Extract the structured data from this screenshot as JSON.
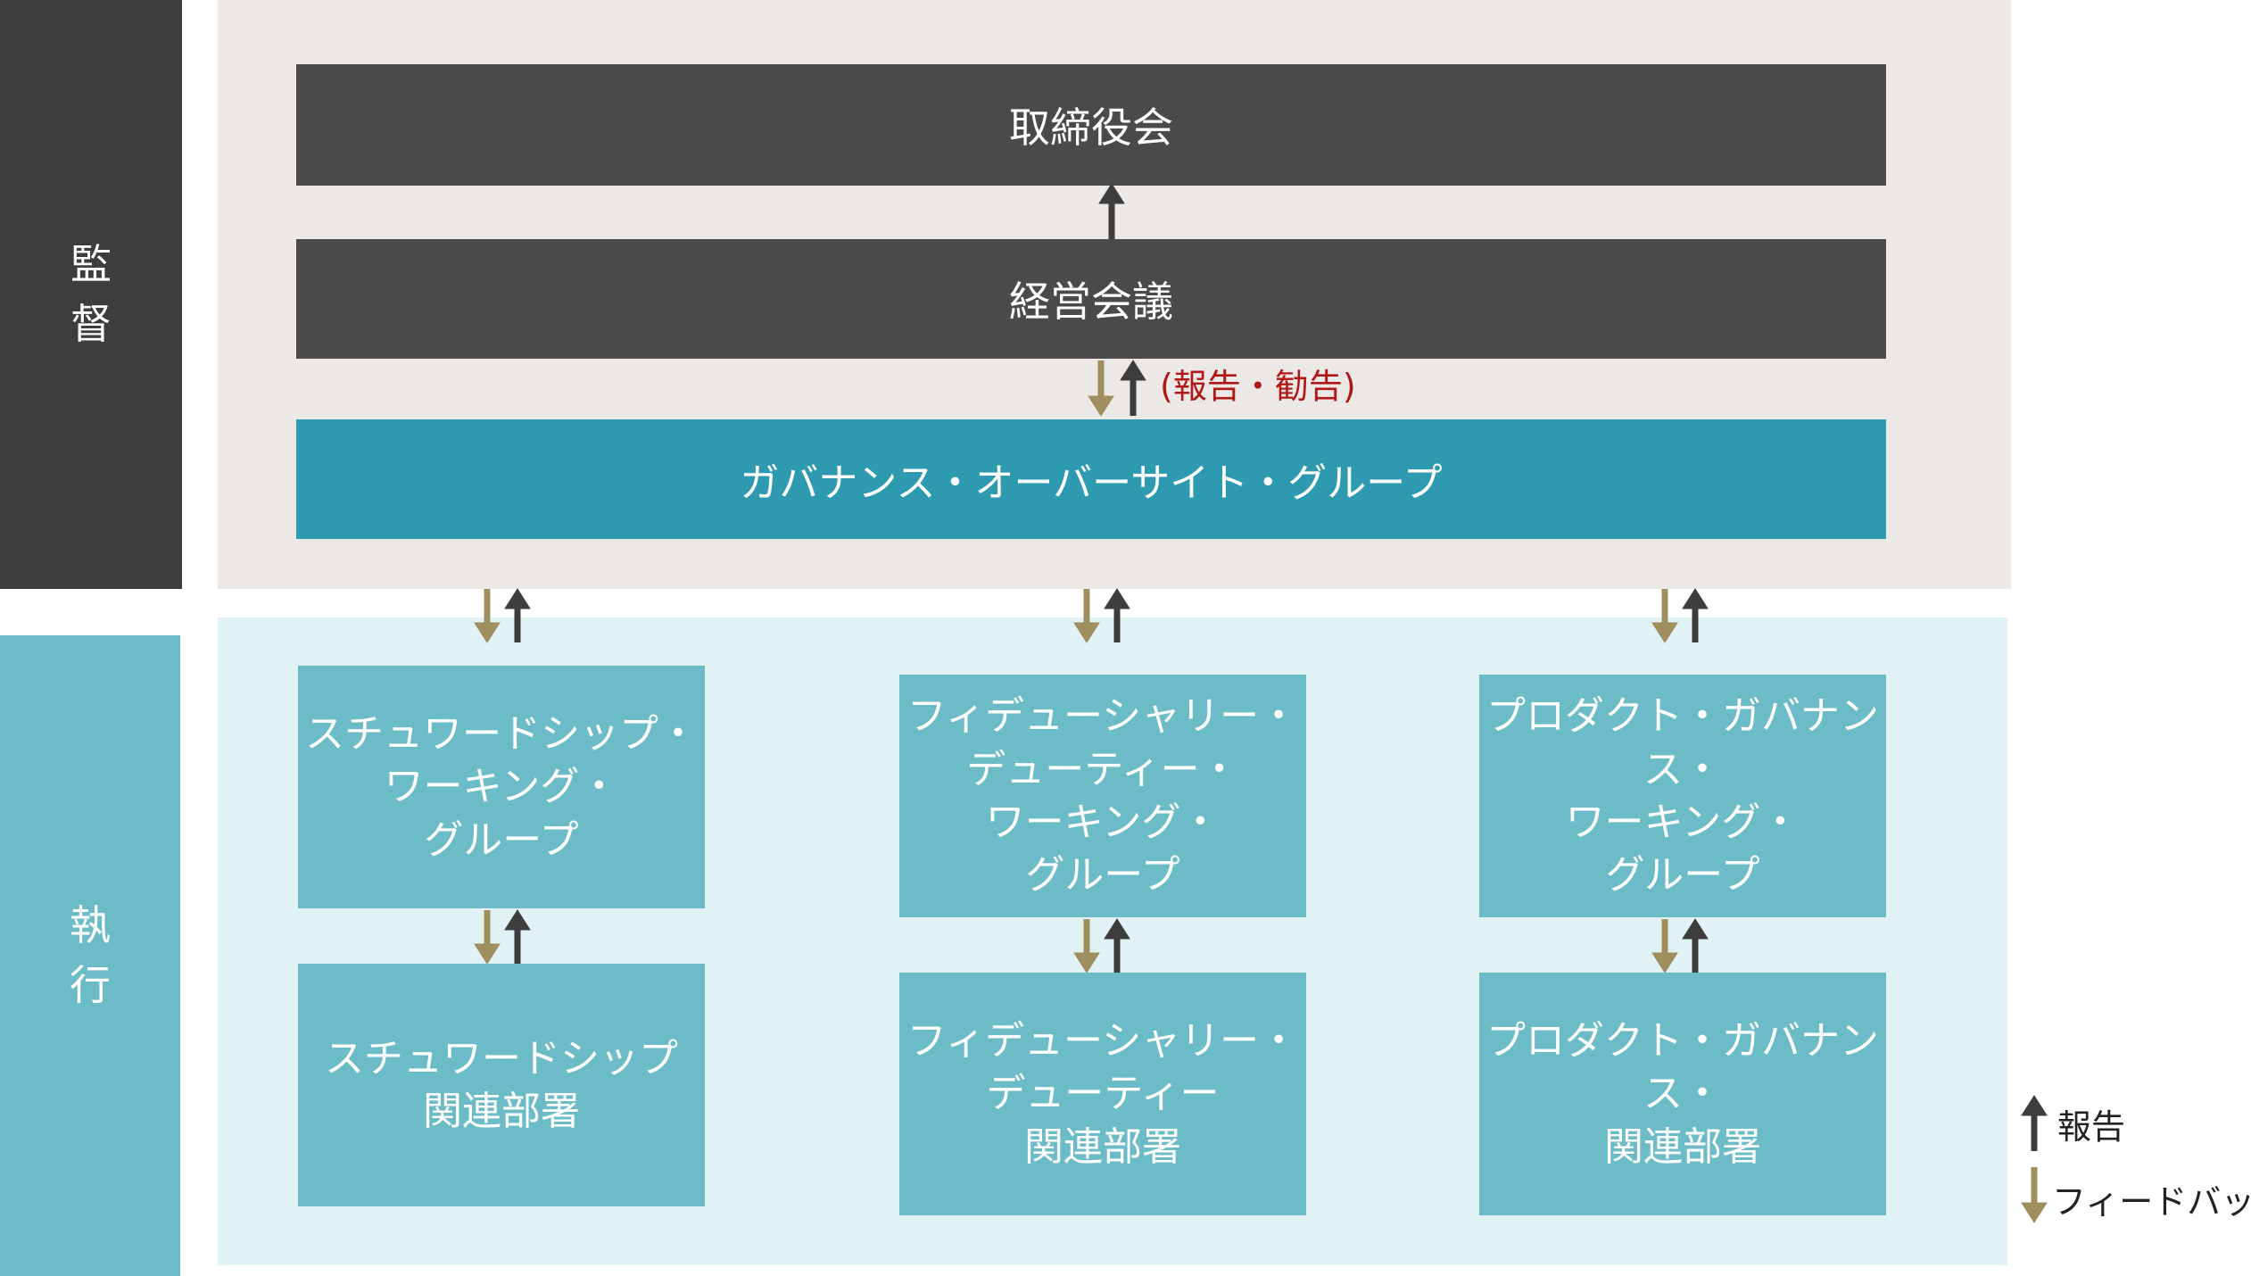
{
  "side": {
    "supervision": [
      "監",
      "督"
    ],
    "execution": [
      "執",
      "行"
    ]
  },
  "board": "取締役会",
  "management_meeting": "経営会議",
  "report_note": "(報告・勧告)",
  "oversight_group": "ガバナンス・オーバーサイト・グループ",
  "working_groups": [
    "スチュワードシップ・\nワーキング・\nグループ",
    "フィデューシャリー・\nデューティー・\nワーキング・\nグループ",
    "プロダクト・ガバナンス・\nワーキング・\nグループ"
  ],
  "departments": [
    "スチュワードシップ\n関連部署",
    "フィデューシャリー・\nデューティー\n関連部署",
    "プロダクト・ガバナンス・\n関連部署"
  ],
  "legend": {
    "report": "報告",
    "feedback": "フィードバック"
  },
  "colors": {
    "report_arrow": "#3d3d3d",
    "feedback_arrow": "#a08f5e",
    "supervision_band": "#3d3d3d",
    "execution_band": "#6cbcc7",
    "supervision_bg": "#ece8e6",
    "execution_bg": "#e1f2f4",
    "dark_box": "#4a4a4a",
    "teal_box": "#2e9ab0",
    "light_box": "#6cbcc7",
    "note_text": "#b01818"
  }
}
